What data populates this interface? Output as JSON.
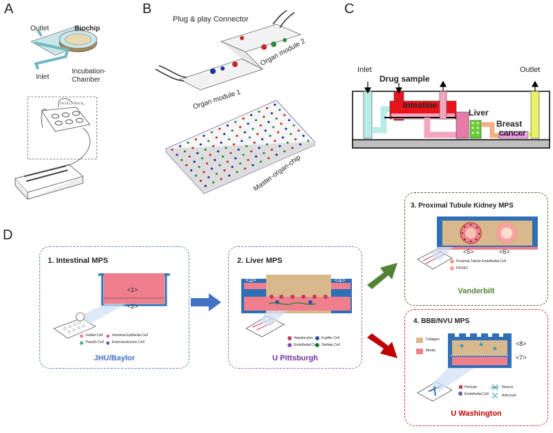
{
  "panels": {
    "a": {
      "letter": "A",
      "outlet": "Outlet",
      "biochip": "Biochip",
      "inlet": "Inlet",
      "incubation": "Incubation-",
      "chamber": "Chamber",
      "gas": "5% CO₂ / 95% O₂"
    },
    "b": {
      "letter": "B",
      "connector": "Plug & play Connector",
      "organ2": "Organ module 2",
      "organ1": "Organ module 1",
      "master": "Master-organ-chip"
    },
    "c": {
      "letter": "C",
      "inlet": "Inlet",
      "drug": "Drug sample",
      "outlet": "Outlet",
      "intestine": "Intestine",
      "liver": "Liver",
      "breast": "Breast",
      "cancer": "cancer"
    },
    "d": {
      "letter": "D",
      "box1": {
        "title": "1. Intestinal MPS",
        "ch1": "<1>",
        "ch2": "<2>",
        "legend": [
          "Goblet Cell",
          "Intestinal Epithelial Cell",
          "Paneth Cell",
          "Enteroendocrine Cell"
        ],
        "institution": "JHU/Baylor"
      },
      "box2": {
        "title": "2. Liver MPS",
        "ch3": "<3>",
        "ch4": "<4>",
        "legend": [
          "Hepatocytes",
          "Kupffer Cell",
          "Endothelial Cell",
          "Stellate Cell"
        ],
        "institution": "U Pittsburgh"
      },
      "box3": {
        "title": "3. Proximal Tubule Kidney MPS",
        "ch5": "<5>",
        "ch6": "<6>",
        "legend": [
          "Proximal Tubule Endothelial Cell",
          "HUVEC"
        ],
        "institution": "Vanderbilt"
      },
      "box4": {
        "title": "4. BBB/NVU MPS",
        "ch7": "<7>",
        "ch8": "<8>",
        "legend": [
          "Collagen",
          "Media",
          "Pericyte",
          "Neuron",
          "Endothelial Cell",
          "Astrocyte"
        ],
        "institution": "U Washington"
      }
    }
  },
  "colors": {
    "media_pink": "#f07f8e",
    "channel_blue": "#2f6fb5",
    "tissue_tan": "#d9b98c",
    "box1_border": "#5b7fb8",
    "box2_border": "#9b59c2",
    "box3_border": "#5a5a3a",
    "box4_border": "#c4322e",
    "arrow_blue": "#4472c4",
    "arrow_green": "#548235",
    "arrow_red": "#c00000",
    "inst1": "#4472c4",
    "inst2": "#7030a0",
    "inst3": "#548235",
    "inst4": "#c00000"
  }
}
